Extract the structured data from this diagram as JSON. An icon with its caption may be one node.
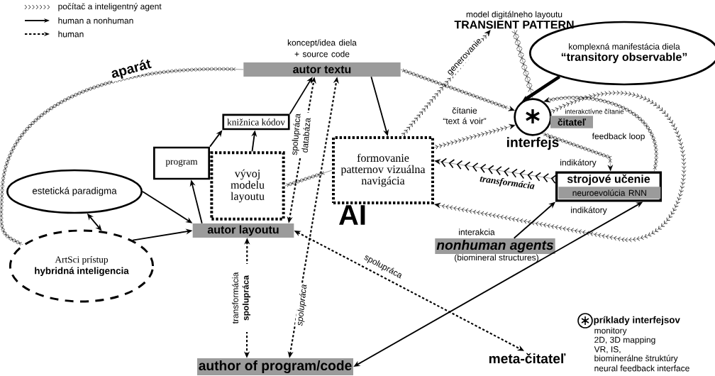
{
  "diagram": {
    "nodes": [
      {
        "text": [
          "autor textu"
        ],
        "beside": [
          "koncept/idea diela + source code"
        ]
      },
      {
        "text": [
          "knižnica kódov"
        ]
      },
      {
        "text": [
          "program"
        ]
      },
      {
        "text": [
          "vývoj modelu layoutu"
        ]
      },
      {
        "text": [
          "formovanie patternov vizuálna navigácia"
        ]
      },
      {
        "text": [
          "estetická paradigma"
        ]
      },
      {
        "text": [
          "ArtSci prístup",
          "hybridná inteligencia"
        ]
      },
      {
        "text": [
          "autor layoutu"
        ]
      },
      {
        "text": [
          "author of program/code"
        ]
      },
      {
        "text": [
          "meta-čitateľ"
        ]
      },
      {
        "text": [
          "interfejs"
        ]
      },
      {
        "text": [
          "čitateľ"
        ]
      },
      {
        "text": [
          "strojové učenie",
          "neuroevolúcia RNN"
        ]
      },
      {
        "text": [
          "nonhuman agents"
        ],
        "beside": [
          "interakcia",
          "(biomineral structures)"
        ]
      },
      {
        "text": [
          "komplexná manifestácia diela",
          "“transitory observable”"
        ]
      },
      {
        "text": [
          "model digitálneho layoutu",
          "TRANSIENT PATTERN"
        ]
      }
    ],
    "edges": [
      {
        "from": 2,
        "to": 1,
        "arrow": "to"
      },
      {
        "from": 3,
        "to": 1,
        "arrow": "to"
      },
      {
        "from": 1,
        "to": 0,
        "arrow": "to"
      },
      {
        "from": 0,
        "to": 4,
        "arrow": "to"
      },
      {
        "from": 5,
        "to": 7,
        "arrow": "to"
      },
      {
        "from": 6,
        "to": 7,
        "arrow": "to"
      },
      {
        "from": 5,
        "to": 6,
        "arrow": "both"
      },
      {
        "from": 7,
        "to": 2,
        "arrow": "to"
      },
      {
        "from": 7,
        "to": 0,
        "arrow": "both",
        "style": "dashed",
        "label": "spolupráca databáza"
      },
      {
        "from": 8,
        "to": 0,
        "arrow": "both",
        "style": "dashed",
        "label": "spolupráca"
      },
      {
        "from": 7,
        "to": 8,
        "arrow": "both",
        "style": "dashed",
        "label": "transformácia **spolupráca**"
      },
      {
        "from": 7,
        "to": 9,
        "arrow": "both",
        "style": "dashed",
        "label": "spolupráca"
      },
      {
        "from": 13,
        "to": 12,
        "arrow": "to"
      },
      {
        "from": 8,
        "to": 12,
        "arrow": "both"
      },
      {
        "from": 14,
        "to": 10,
        "arrow": "to",
        "style": "thick"
      },
      {
        "from": 6,
        "to": 0,
        "arrow": "none",
        "label": "aparát"
      },
      {
        "from": 0,
        "to": 10,
        "arrow": "to"
      },
      {
        "from": 3,
        "to": 4,
        "arrow": "none"
      },
      {
        "from": 15,
        "to": 10,
        "arrow": "none"
      },
      {
        "from": 4,
        "to": 15,
        "arrow": "to",
        "label": "generovanie"
      },
      {
        "from": 4,
        "to": 10,
        "arrow": "to"
      },
      {
        "from": 12,
        "to": 4,
        "arrow": "to",
        "label": "transformácia"
      },
      {
        "from": 10,
        "to": 12,
        "arrow": "to",
        "label": "indikátory"
      },
      {
        "from": 12,
        "to": 10,
        "arrow": "to",
        "label": "feedback loop"
      },
      {
        "from": 10,
        "to": 4,
        "arrow": "to"
      }
    ],
    "labels": [
      "AI",
      "čítanie “text á voir”",
      "interakctívne čítanie",
      "indikátory",
      "príklady interfejsov",
      "monitory",
      "2D, 3D mapping",
      "VR, IS,",
      "biominerálne štruktúry",
      "neural feedback interface"
    ],
    "legend": [
      {
        "text": "počítač a inteligentný agent"
      },
      {
        "text": "human a nonhuman"
      },
      {
        "text": "human"
      }
    ]
  }
}
